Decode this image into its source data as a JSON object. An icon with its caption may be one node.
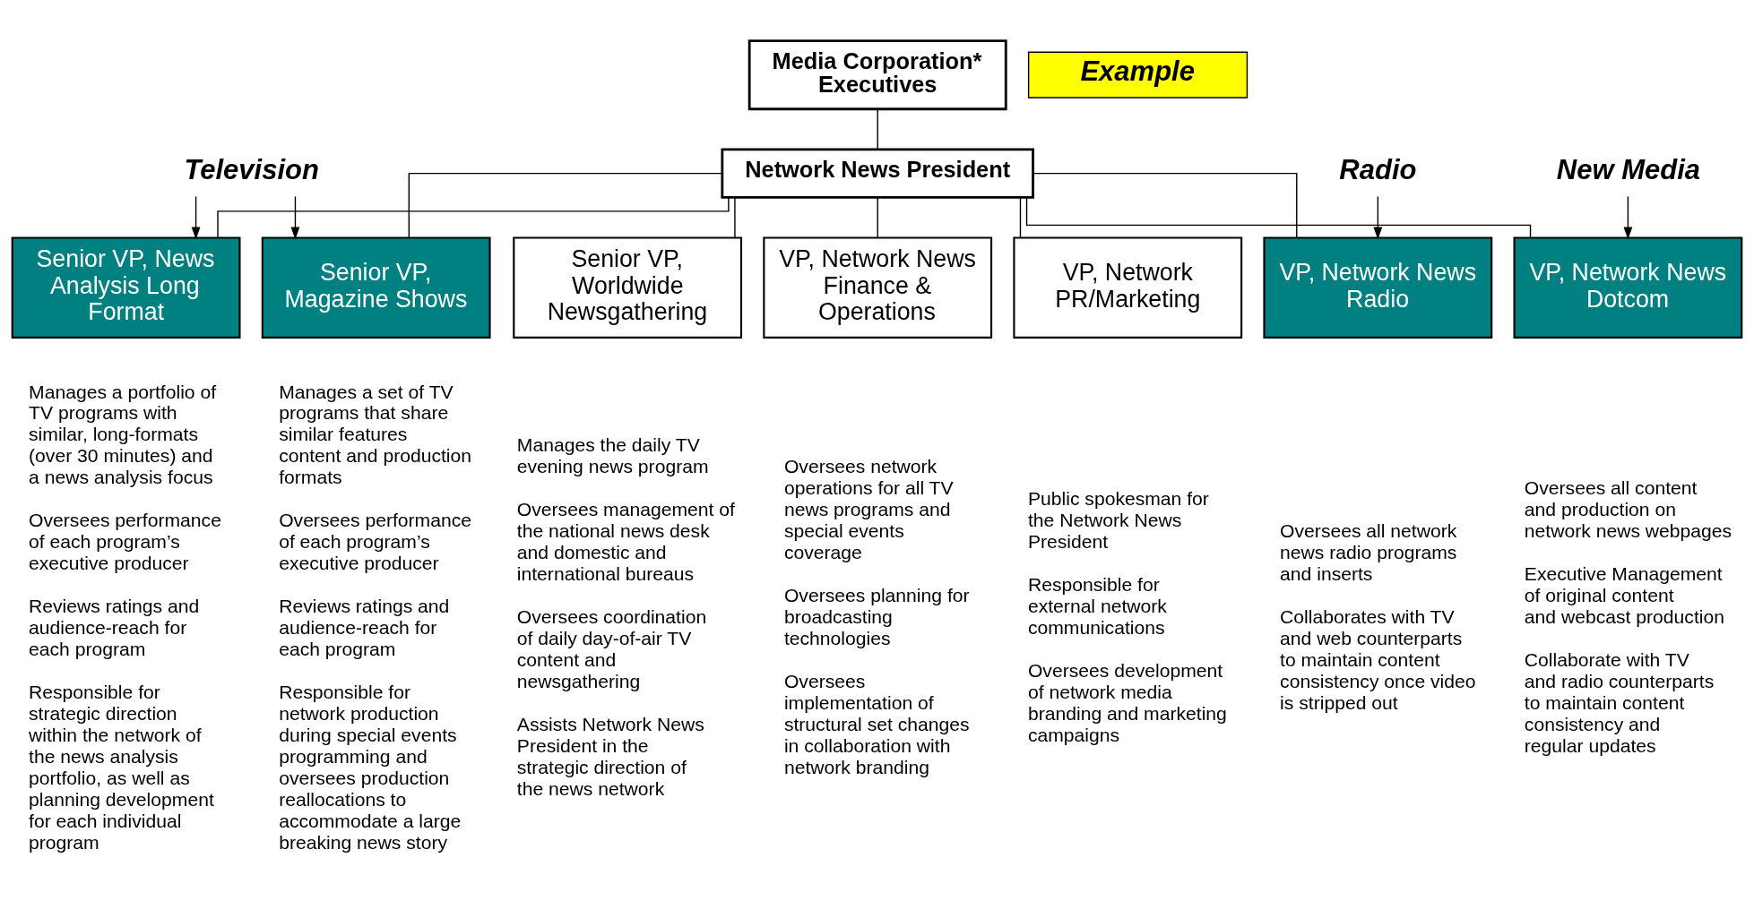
{
  "diagram": {
    "nodes": [
      {
        "text": [
          "Media Corporation* Executives"
        ]
      },
      {
        "text": [
          "Network News President"
        ]
      },
      {
        "text": [
          "Senior VP, News Analysis Long Format"
        ],
        "beside": [
          "Manages a portfolio of TV programs with similar, long-formats (over 30 minutes) and a news analysis focus",
          "Oversees performance of each program’s executive producer",
          "Reviews ratings and audience-reach for each program",
          "Responsible for strategic direction within the network of the news analysis portfolio, as well as planning development for each individual program"
        ]
      },
      {
        "text": [
          "Senior VP, Magazine Shows"
        ],
        "beside": [
          "Manages a set of TV programs that share similar features content and production formats",
          "Oversees performance of each program’s executive producer",
          "Reviews ratings and audience-reach for each program",
          "Responsible for network production during special events programming and oversees production reallocations to accommodate a large breaking news story"
        ]
      },
      {
        "text": [
          "Senior VP, Worldwide Newsgathering"
        ],
        "beside": [
          "Manages the daily TV evening news program",
          "Oversees management of the national news desk and domestic and international bureaus",
          "Oversees coordination of daily day-of-air TV content and newsgathering",
          "Assists Network News President in the strategic direction of the news network"
        ]
      },
      {
        "text": [
          "VP, Network News Finance & Operations"
        ],
        "beside": [
          "Oversees network operations for all TV news programs and special events coverage",
          "Oversees planning for broadcasting technologies",
          "Oversees implementation of structural set changes in collaboration with network branding"
        ]
      },
      {
        "text": [
          "VP, Network PR/Marketing"
        ],
        "beside": [
          "Public spokesman for the Network News President",
          "Responsible for external network communications",
          "Oversees development of network media branding and marketing campaigns"
        ]
      },
      {
        "text": [
          "VP, Network News Radio"
        ],
        "beside": [
          "Oversees all network news radio programs and inserts",
          "Collaborates with TV and web counterparts to maintain content consistency once video is stripped out"
        ]
      },
      {
        "text": [
          "VP, Network News Dotcom"
        ],
        "beside": [
          "Oversees all content and production on network news webpages",
          "Executive Management of original content and webcast production",
          "Collaborate with TV and radio counterparts to maintain content consistency and regular updates"
        ]
      },
      {
        "text": [
          "Television"
        ]
      },
      {
        "text": [
          "Radio"
        ]
      },
      {
        "text": [
          "New Media"
        ]
      },
      {
        "text": [
          "Example"
        ]
      }
    ],
    "edges": [
      {
        "from": 0,
        "to": 1,
        "arrow": "none"
      },
      {
        "from": 1,
        "to": 2,
        "arrow": "none"
      },
      {
        "from": 1,
        "to": 3,
        "arrow": "none"
      },
      {
        "from": 1,
        "to": 4,
        "arrow": "none"
      },
      {
        "from": 1,
        "to": 5,
        "arrow": "none"
      },
      {
        "from": 1,
        "to": 6,
        "arrow": "none"
      },
      {
        "from": 1,
        "to": 7,
        "arrow": "none"
      },
      {
        "from": 1,
        "to": 8,
        "arrow": "none"
      },
      {
        "from": 9,
        "to": 2,
        "arrow": "to"
      },
      {
        "from": 9,
        "to": 3,
        "arrow": "to"
      },
      {
        "from": 10,
        "to": 7,
        "arrow": "to"
      },
      {
        "from": 11,
        "to": 8,
        "arrow": "to"
      }
    ]
  }
}
